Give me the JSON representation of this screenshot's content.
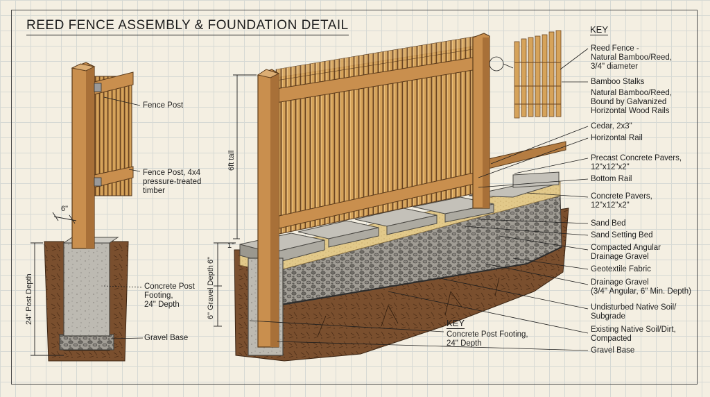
{
  "title": "REED FENCE ASSEMBLY & FOUNDATION DETAIL",
  "key_heading": "KEY",
  "key_heading_bottom": "KEY",
  "left_detail": {
    "fence_post": "Fence Post",
    "fence_post_spec": [
      "Fence Post, 4x4",
      "pressure-treated",
      "timber"
    ],
    "width_dim": "6\"",
    "post_depth_dim": "24\" Post Depth",
    "footing": [
      "Concrete Post",
      "Footing,",
      "24\" Depth"
    ],
    "gravel_base": "Gravel Base"
  },
  "main_dims": {
    "height": "6ft tall",
    "gravel_depth": "6\" Gravel Depth",
    "top_gravel": "6\"",
    "paver_thick": "1\""
  },
  "right_labels": [
    [
      "Reed Fence -",
      "Natural Bamboo/Reed,",
      "3/4\" diameter"
    ],
    [
      "Bamboo Stalks"
    ],
    [
      "Natural Bamboo/Reed,",
      "Bound by Galvanized",
      "Horizontal Wood Rails"
    ],
    [
      "Cedar, 2x3\""
    ],
    [
      "Horizontal Rail"
    ],
    [
      "Precast Concrete Pavers,",
      "12\"x12\"x2\""
    ],
    [
      "Bottom Rail"
    ],
    [
      "Concrete Pavers,",
      "12\"x12\"x2\""
    ],
    [
      "Sand Bed"
    ],
    [
      "Sand Setting Bed"
    ],
    [
      "Compacted Angular",
      "Drainage Gravel"
    ],
    [
      "Geotextile Fabric"
    ],
    [
      "Drainage Gravel",
      "(3/4\" Angular, 6\" Min. Depth)"
    ],
    [
      "Undisturbed Native Soil/",
      "Subgrade"
    ],
    [
      "Existing Native Soil/Dirt,",
      "Compacted"
    ],
    [
      "Gravel Base"
    ]
  ],
  "bottom_key_label": [
    "Concrete Post Footing,",
    "24\" Depth"
  ],
  "colors": {
    "wood": "#c98f4e",
    "wood_dark": "#8a5a2b",
    "bamboo": "#d6a35a",
    "concrete": "#b9b6ae",
    "sand": "#e2c98a",
    "gravel": "#8d8a84",
    "soil": "#7a4f2e",
    "ink": "#1d1d1d"
  }
}
